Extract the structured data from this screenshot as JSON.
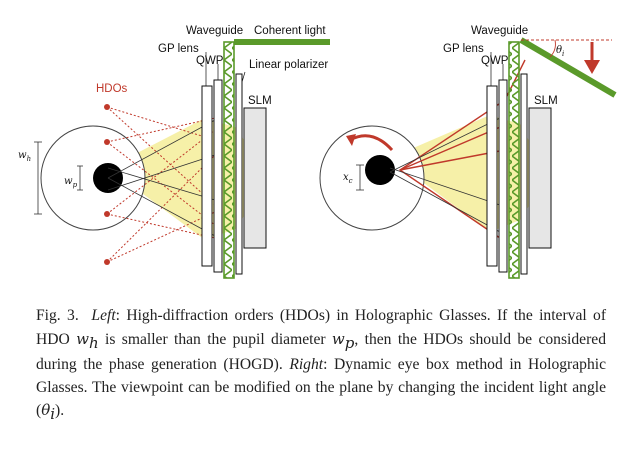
{
  "figure": {
    "left": {
      "hdos_label": "HDOs",
      "gp_lens_label": "GP lens",
      "qwp_label": "QWP",
      "waveguide_label": "Waveguide",
      "coherent_light_label": "Coherent light",
      "linear_polarizer_label": "Linear polarizer",
      "slm_label": "SLM",
      "wh_label": "w",
      "wh_sub": "h",
      "wp_label": "w",
      "wp_sub": "p"
    },
    "right": {
      "waveguide_label": "Waveguide",
      "gp_lens_label": "GP lens",
      "qwp_label": "QWP",
      "slm_label": "SLM",
      "theta_label": "θ",
      "theta_sub": "i",
      "xc_label": "x",
      "xc_sub": "c"
    },
    "colors": {
      "red": "#c0392b",
      "green": "#5a9a2a",
      "beam": "#f6f0a8",
      "slm_fill": "#e6e6e6"
    }
  },
  "caption": {
    "fig_num": "Fig. 3.",
    "left_word": "Left",
    "p1": ": High-diffraction orders (HDOs) in Holographic Glasses. If the interval of HDO ",
    "wh_var": "w",
    "wh_sub": "h",
    "p2": " is smaller than the pupil diameter ",
    "wp_var": "w",
    "wp_sub": "p",
    "p3": ", then the HDOs should be considered during the phase generation (HOGD). ",
    "right_word": "Right",
    "p4": ": Dynamic eye box method in Holographic Glasses. The viewpoint can be modified on the plane by changing the incident light angle (",
    "theta_var": "θ",
    "theta_sub": "i",
    "p5": ")."
  }
}
